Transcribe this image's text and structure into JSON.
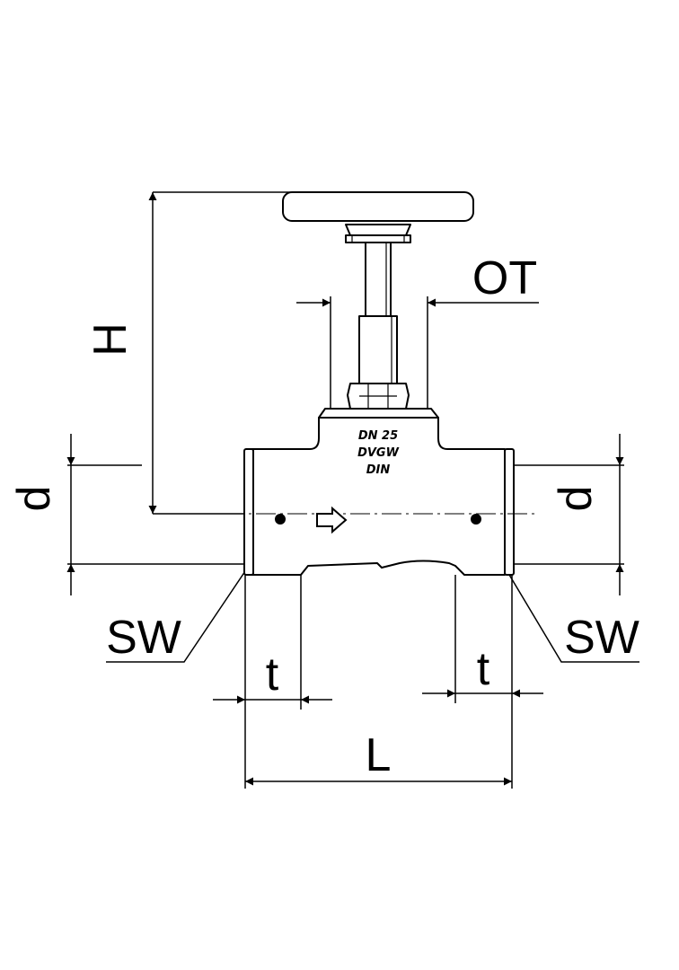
{
  "labels": {
    "height": "H",
    "stem_width": "OT",
    "diameter_left": "d",
    "diameter_right": "d",
    "wrench_left": "SW",
    "wrench_right": "SW",
    "thread_left": "t",
    "thread_right": "t",
    "length": "L"
  },
  "body_marking": {
    "line1": "DN 25",
    "line2": "DVGW",
    "line3": "DIN"
  },
  "colors": {
    "stroke": "#000000",
    "fill": "#ffffff"
  }
}
